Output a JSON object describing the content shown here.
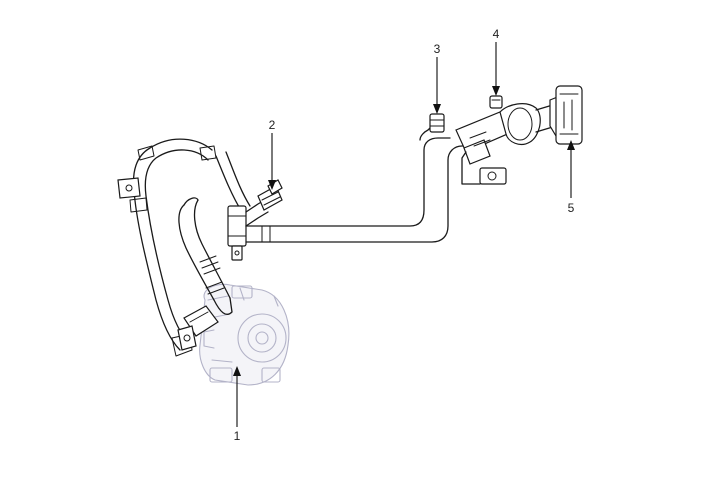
{
  "diagram": {
    "callouts": [
      {
        "id": "1",
        "label": "1"
      },
      {
        "id": "2",
        "label": "2"
      },
      {
        "id": "3",
        "label": "3"
      },
      {
        "id": "4",
        "label": "4"
      },
      {
        "id": "5",
        "label": "5"
      }
    ],
    "colors": {
      "line": "#1a1a1a",
      "compressor_ghost": "#b3b3c8",
      "background": "#ffffff"
    }
  }
}
